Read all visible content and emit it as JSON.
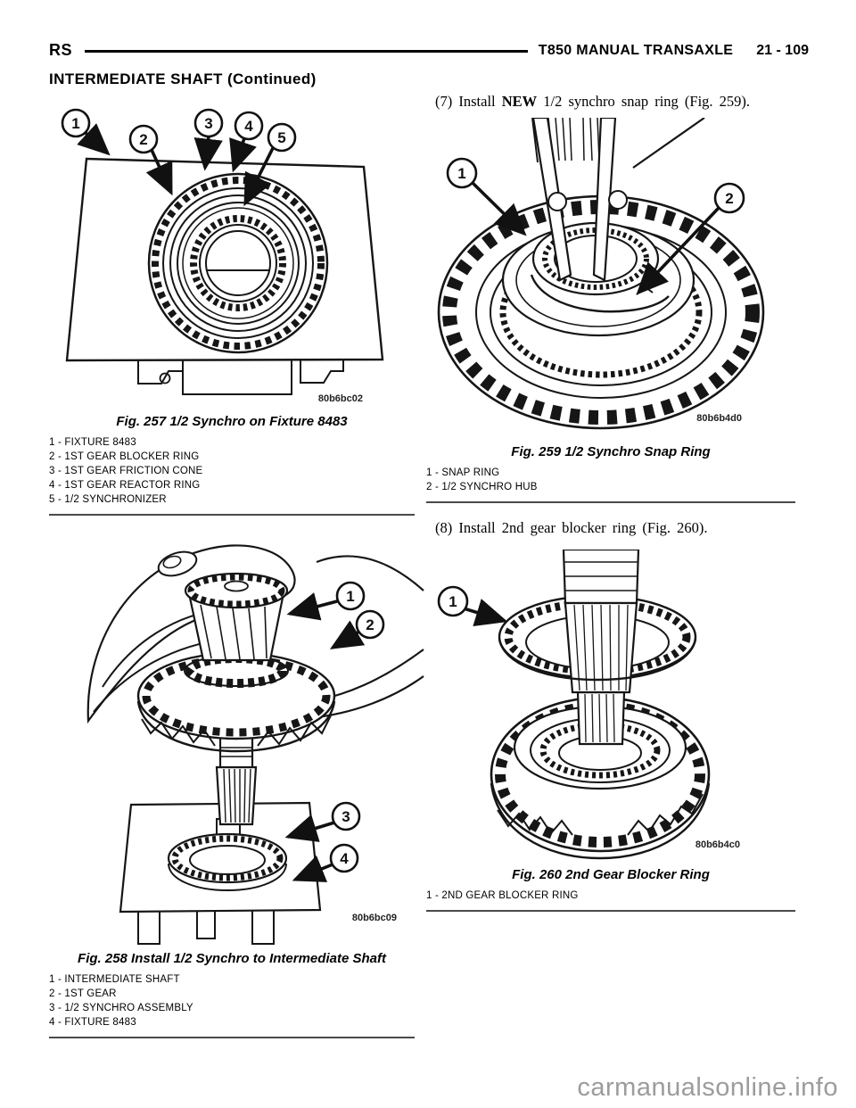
{
  "header": {
    "model": "RS",
    "title": "T850 MANUAL TRANSAXLE",
    "page": "21 - 109",
    "section": "INTERMEDIATE SHAFT (Continued)"
  },
  "steps": {
    "step7_prefix": "(7) Install ",
    "step7_bold": "NEW",
    "step7_suffix": " 1/2 synchro snap ring (Fig. 259).",
    "step8": "(8) Install 2nd gear blocker ring (Fig. 260)."
  },
  "figures": {
    "fig257": {
      "caption": "Fig. 257 1/2 Synchro on Fixture 8483",
      "code": "80b6bc02",
      "callouts": [
        "1",
        "2",
        "3",
        "4",
        "5"
      ],
      "legend": [
        "1 - FIXTURE 8483",
        "2 - 1ST GEAR BLOCKER RING",
        "3 - 1ST GEAR FRICTION CONE",
        "4 - 1ST GEAR REACTOR RING",
        "5 - 1/2 SYNCHRONIZER"
      ]
    },
    "fig258": {
      "caption": "Fig. 258 Install 1/2 Synchro to Intermediate Shaft",
      "code": "80b6bc09",
      "callouts": [
        "1",
        "2",
        "3",
        "4"
      ],
      "legend": [
        "1 - INTERMEDIATE SHAFT",
        "2 - 1ST GEAR",
        "3 - 1/2 SYNCHRO ASSEMBLY",
        "4 - FIXTURE 8483"
      ]
    },
    "fig259": {
      "caption": "Fig. 259 1/2 Synchro Snap Ring",
      "code": "80b6b4d0",
      "callouts": [
        "1",
        "2"
      ],
      "legend": [
        "1 - SNAP RING",
        "2 - 1/2 SYNCHRO HUB"
      ]
    },
    "fig260": {
      "caption": "Fig. 260 2nd Gear Blocker Ring",
      "code": "80b6b4c0",
      "callouts": [
        "1"
      ],
      "legend": [
        "1 - 2ND GEAR BLOCKER RING"
      ]
    }
  },
  "watermark": "carmanualsonline.info"
}
